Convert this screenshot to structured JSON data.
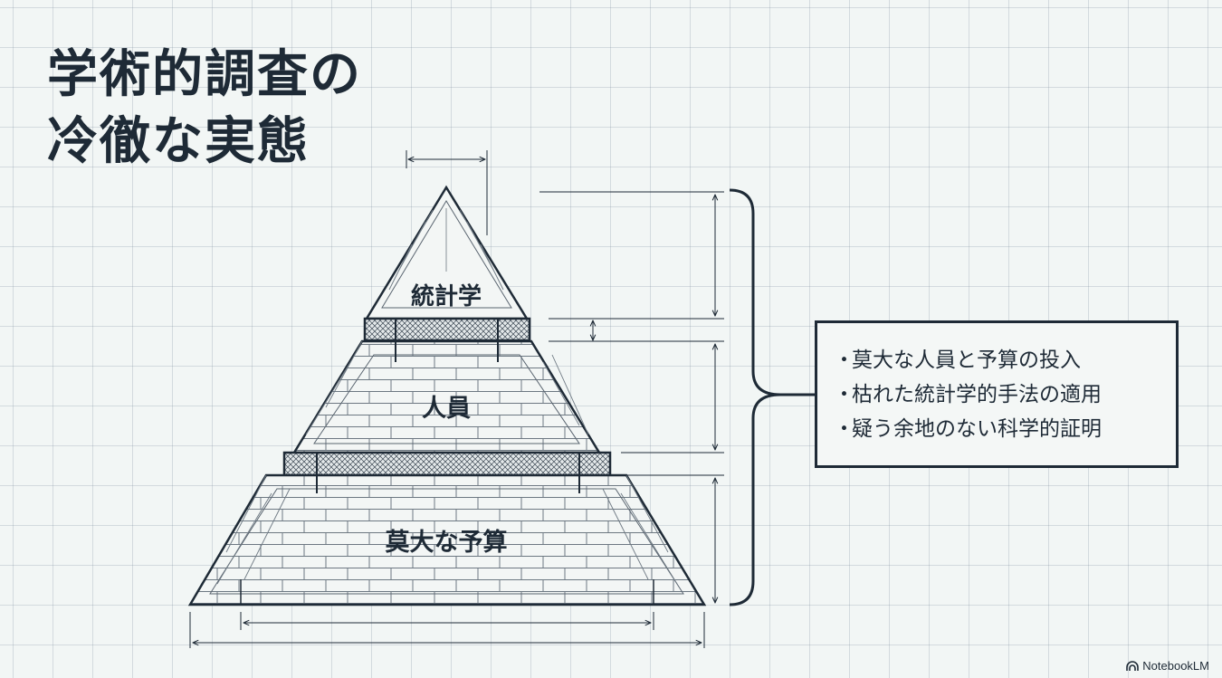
{
  "title": {
    "line1": "学術的調査の",
    "line2": "冷徹な実態"
  },
  "pyramid": {
    "top_label": "統計学",
    "middle_label": "人員",
    "bottom_label": "莫大な予算"
  },
  "bullets": [
    "莫大な人員と予算の投入",
    "枯れた統計学的手法の適用",
    "疑う余地のない科学的証明"
  ],
  "bullet_marker": "・",
  "brand": {
    "name": "NotebookLM",
    "icon": "notebooklm-logo-icon"
  },
  "colors": {
    "ink": "#1e2a36",
    "background": "#f2f6f5",
    "grid": "#c9d1d6"
  }
}
